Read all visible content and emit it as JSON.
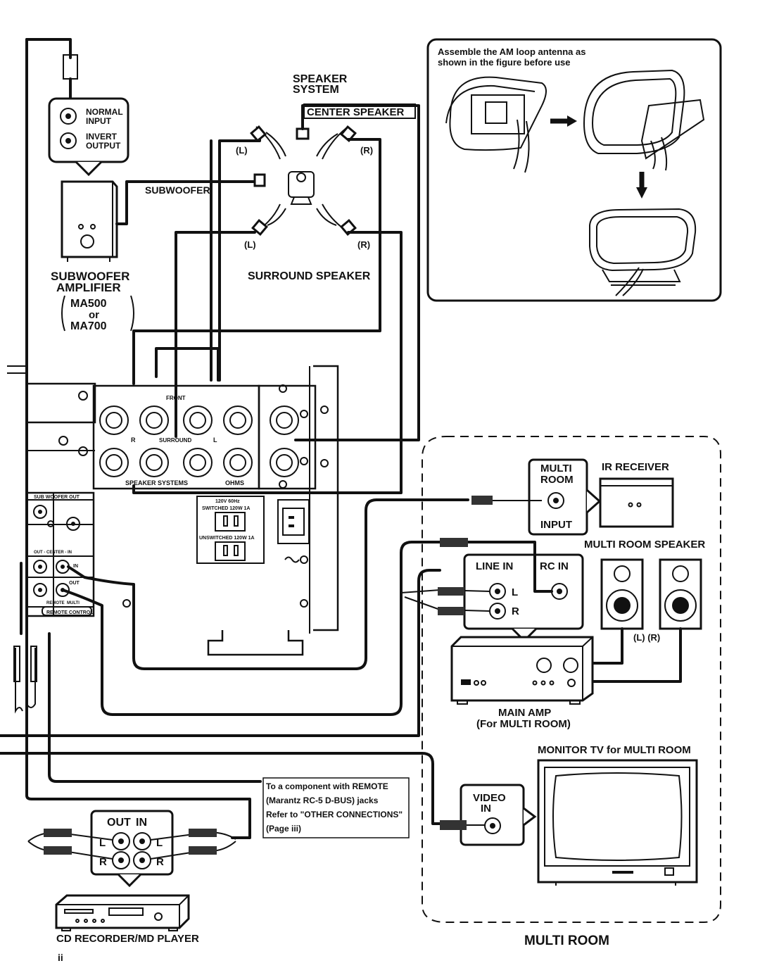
{
  "antenna_note": {
    "line1": "Assemble the AM loop antenna as",
    "line2": "shown in the figure before use"
  },
  "speaker_system": {
    "title_line1": "SPEAKER",
    "title_line2": "SYSTEM",
    "center_label": "CENTER SPEAKER",
    "subwoofer_label": "SUBWOOFER",
    "surround_label": "SURROUND SPEAKER",
    "left_mark": "(L)",
    "right_mark": "(R)"
  },
  "subwoofer_amp": {
    "normal_input": [
      "NORMAL",
      "INPUT"
    ],
    "invert_output": [
      "INVERT",
      "OUTPUT"
    ],
    "title_line1": "SUBWOOFER",
    "title_line2": "AMPLIFIER",
    "model_a": "MA500",
    "model_or": "or",
    "model_b": "MA700"
  },
  "rear_panel": {
    "front_label": "FRONT",
    "surround_label": "SURROUND",
    "speaker_systems": "SPEAKER SYSTEMS",
    "ohms": "OHMS",
    "r": "R",
    "l": "L",
    "sub_woofer_out": "SUB WOOFER OUT",
    "out_center_in": "OUT - CENTER - IN",
    "remote_control": "REMOTE CONTROL",
    "remote": "REMOTE",
    "multi": "MULTI",
    "in": "IN",
    "out": "OUT",
    "voltage": "120V 60Hz",
    "switched": "SWITCHED 120W 1A",
    "unswitched": "UNSWITCHED 120W 1A"
  },
  "multi_room": {
    "title": "MULTI ROOM",
    "multi_room_input": [
      "MULTI",
      "ROOM"
    ],
    "input": "INPUT",
    "ir_receiver": "IR RECEIVER",
    "speaker_label": "MULTI ROOM SPEAKER",
    "line_in": "LINE IN",
    "rc_in": "RC IN",
    "l": "L",
    "r": "R",
    "lr_marks": "(L)  (R)",
    "main_amp_line1": "MAIN AMP",
    "main_amp_line2": "(For MULTI ROOM)",
    "monitor_label": "MONITOR TV for MULTI ROOM",
    "video_in": [
      "VIDEO",
      "IN"
    ]
  },
  "remote_note": {
    "lines": [
      "To a component with REMOTE",
      "(Marantz RC-5 D-BUS) jacks",
      "Refer to \"OTHER CONNECTIONS\"",
      "(Page iii)"
    ]
  },
  "recorder": {
    "out": "OUT",
    "in": "IN",
    "l": "L",
    "r": "R",
    "label": "CD RECORDER/MD PLAYER"
  },
  "page_number": "ii"
}
